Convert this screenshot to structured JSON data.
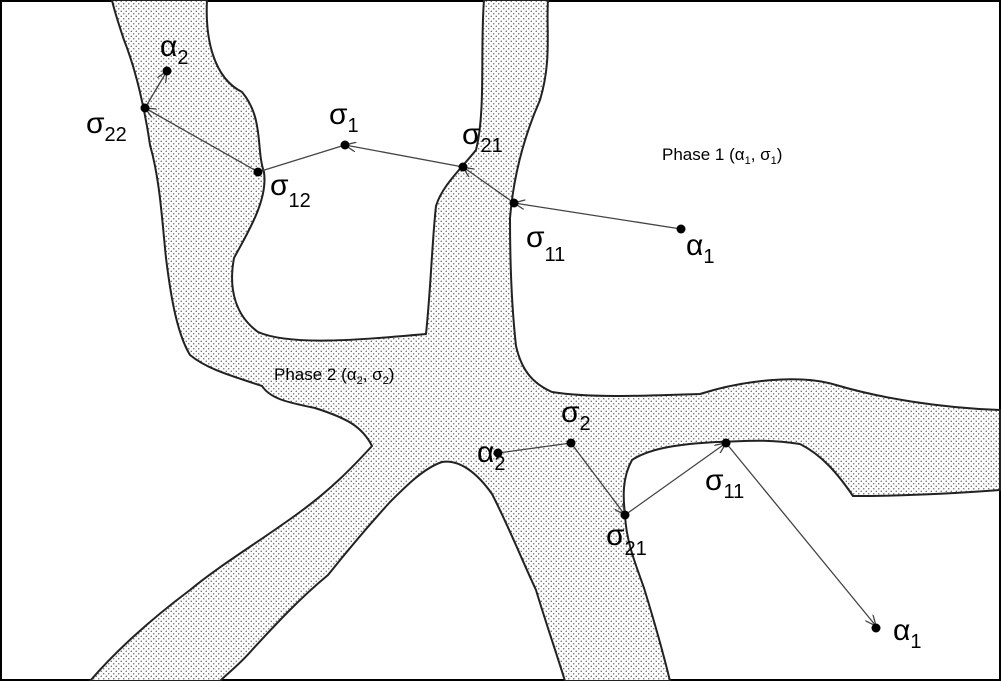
{
  "phase_labels": {
    "phase1": {
      "text": "Phase 1 (α",
      "sub1": "1",
      "mid": ", σ",
      "sub2": "1",
      "end": ")"
    },
    "phase2": {
      "text": "Phase 2 (α",
      "sub1": "2",
      "mid": ", σ",
      "sub2": "2",
      "end": ")"
    }
  },
  "points": [
    {
      "id": "alpha2-top",
      "base": "α",
      "sub": "2"
    },
    {
      "id": "sigma22",
      "base": "σ",
      "sub": "22"
    },
    {
      "id": "sigma12",
      "base": "σ",
      "sub": "12"
    },
    {
      "id": "sigma1",
      "base": "σ",
      "sub": "1"
    },
    {
      "id": "sigma21-top",
      "base": "σ",
      "sub": "21"
    },
    {
      "id": "sigma11-top",
      "base": "σ",
      "sub": "11"
    },
    {
      "id": "alpha1-top",
      "base": "α",
      "sub": "1"
    },
    {
      "id": "alpha2-bottom",
      "base": "α",
      "sub": "2"
    },
    {
      "id": "sigma2",
      "base": "σ",
      "sub": "2"
    },
    {
      "id": "sigma21-bottom",
      "base": "σ",
      "sub": "21"
    },
    {
      "id": "sigma11-bottom",
      "base": "σ",
      "sub": "11"
    },
    {
      "id": "alpha1-bottom",
      "base": "α",
      "sub": "1"
    }
  ]
}
